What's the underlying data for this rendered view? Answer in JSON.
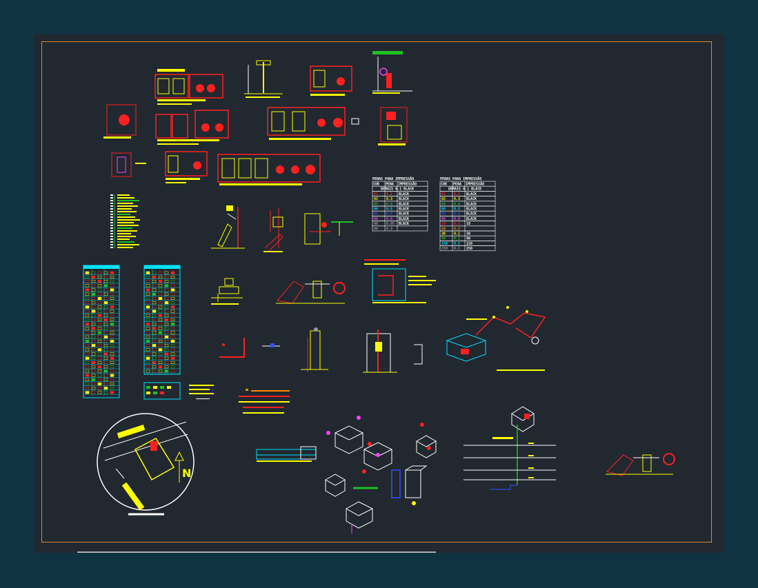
{
  "drawing": {
    "background": "#0f3340",
    "sheet_color": "#212830",
    "frame_color": "#e08a2a",
    "palette": {
      "red": "#ff2020",
      "yellow": "#ffff00",
      "white": "#ffffff",
      "cyan": "#00e5ff",
      "green": "#20c020",
      "magenta": "#ff40ff",
      "orange": "#ff8a00",
      "blue": "#3050ff",
      "grey": "#9a9a9a"
    }
  },
  "pen_table_1": {
    "title": "PENAS PARA IMPRESSÃO",
    "headers": [
      "COR",
      "PENA",
      "IMPRESSÃO"
    ],
    "subtitle": "DEMAIS 0.1 BLACK",
    "rows": [
      {
        "cor": "01",
        "pena": "0.2",
        "imp": "BLACK",
        "color": "#ff2020"
      },
      {
        "cor": "02",
        "pena": "0.3",
        "imp": "BLACK",
        "color": "#ffff00"
      },
      {
        "cor": "03",
        "pena": "0.4",
        "imp": "BLACK",
        "color": "#20c020"
      },
      {
        "cor": "04",
        "pena": "0.5",
        "imp": "BLACK",
        "color": "#00e5ff"
      },
      {
        "cor": "05",
        "pena": "0.6",
        "imp": "BLACK",
        "color": "#3050ff"
      },
      {
        "cor": "06",
        "pena": "0.6",
        "imp": "BLACK",
        "color": "#ff40ff"
      },
      {
        "cor": "08",
        "pena": "0.05",
        "imp": "BLACK",
        "color": "#9a9a9a"
      },
      {
        "cor": "09",
        "pena": "0.3",
        "imp": "",
        "color": "#9a9a9a"
      }
    ]
  },
  "pen_table_2": {
    "title": "PENAS PARA IMPRESSÃO",
    "headers": [
      "COR",
      "PENA",
      "IMPRESSÃO"
    ],
    "subtitle": "DEMAIS 0.1 BLACK",
    "rows": [
      {
        "cor": "01",
        "pena": "0.2",
        "imp": "BLACK",
        "color": "#ff2020"
      },
      {
        "cor": "02",
        "pena": "0.3",
        "imp": "BLACK",
        "color": "#ffff00"
      },
      {
        "cor": "03",
        "pena": "0.4",
        "imp": "BLACK",
        "color": "#20c020"
      },
      {
        "cor": "04",
        "pena": "0.5",
        "imp": "BLACK",
        "color": "#00e5ff"
      },
      {
        "cor": "05",
        "pena": "0.6",
        "imp": "BLACK",
        "color": "#3050ff"
      },
      {
        "cor": "06",
        "pena": "0.6",
        "imp": "BLACK",
        "color": "#ff40ff"
      },
      {
        "cor": "10",
        "pena": "0.1",
        "imp": "10",
        "color": "#ff2020"
      },
      {
        "cor": "20",
        "pena": "0.2",
        "imp": "",
        "color": "#ff8a00"
      },
      {
        "cor": "30",
        "pena": "0.1",
        "imp": "30",
        "color": "#ffff00"
      },
      {
        "cor": "90",
        "pena": "0.1",
        "imp": "90",
        "color": "#20c020"
      },
      {
        "cor": "150",
        "pena": "0.1",
        "imp": "150",
        "color": "#00e5ff"
      },
      {
        "cor": "250",
        "pena": "0.1",
        "imp": "250",
        "color": "#9a9a9a"
      }
    ]
  },
  "north_arrow": {
    "letter": "N"
  }
}
